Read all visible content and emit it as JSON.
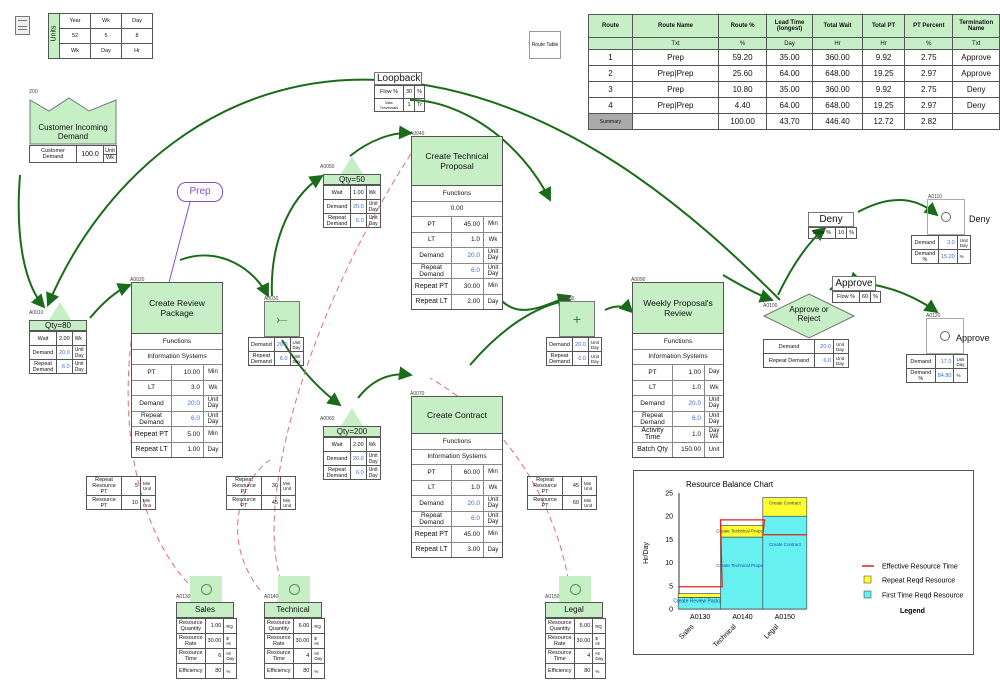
{
  "units": {
    "side_label": "Units",
    "headers": [
      "Year",
      "Wk",
      "Day"
    ],
    "values": [
      "52",
      "5",
      "8"
    ],
    "units": [
      "Wk",
      "Day",
      "Hr"
    ]
  },
  "route_table_icon": "Route Table",
  "route_table": {
    "headers": [
      "Route",
      "Route Name",
      "Route %",
      "Lead Time (longest)",
      "Total Wait",
      "Total PT",
      "PT Percent",
      "Termination Name"
    ],
    "units": [
      "",
      "Txt",
      "%",
      "Day",
      "Hr",
      "Hr",
      "%",
      "Txt"
    ],
    "rows": [
      [
        "1",
        "Prep",
        "59.20",
        "35.00",
        "360.00",
        "9.92",
        "2.75",
        "Approve"
      ],
      [
        "2",
        "Prep|Prep",
        "25.60",
        "64.00",
        "648.00",
        "19.25",
        "2.97",
        "Approve"
      ],
      [
        "3",
        "Prep",
        "10.80",
        "35.00",
        "360.00",
        "9.92",
        "2.75",
        "Deny"
      ],
      [
        "4",
        "Prep|Prep",
        "4.40",
        "64.00",
        "648.00",
        "19.25",
        "2.97",
        "Deny"
      ]
    ],
    "summary": [
      "Summary",
      "",
      "100.00",
      "43.70",
      "446.40",
      "12.72",
      "2.82",
      ""
    ]
  },
  "customer": {
    "id": "Z00",
    "title": "Customer Incoming Demand",
    "label": "Customer Demand",
    "value": "100.0",
    "unit_top": "Unit",
    "unit_bottom": "Wk"
  },
  "loopback": {
    "title": "Loopback",
    "flow_label": "Flow %",
    "flow_value": "30",
    "flow_unit": "%",
    "max_label": "Max Traversals",
    "max_value": "1",
    "max_unit": "Tr"
  },
  "prep_label": "Prep",
  "inv_a0010": {
    "id": "A0010",
    "qty": "Qty=80",
    "rows": [
      [
        "Wait",
        "2.00",
        "Wk"
      ],
      [
        "Demand",
        "20.0",
        "Unit Day"
      ],
      [
        "Repeat Demand",
        "6.0",
        "Unit Day"
      ]
    ]
  },
  "inv_a0050": {
    "id": "A0050",
    "qty": "Qty=50",
    "rows": [
      [
        "Wait",
        "1.00",
        "Wk"
      ],
      [
        "Demand",
        "20.0",
        "Unit Day"
      ],
      [
        "Repeat Demand",
        "6.0",
        "Unit Day"
      ]
    ]
  },
  "inv_a0060": {
    "id": "A0060",
    "qty": "Qty=200",
    "rows": [
      [
        "Wait",
        "2.00",
        "Wk"
      ],
      [
        "Demand",
        "20.0",
        "Unit Day"
      ],
      [
        "Repeat Demand",
        "6.0",
        "Unit Day"
      ]
    ]
  },
  "proc_review": {
    "id": "A0020",
    "title": "Create Review Package",
    "functions": "Functions",
    "sub": "Information Systems",
    "rows": [
      [
        "PT",
        "10.00",
        "Min"
      ],
      [
        "LT",
        "3.0",
        "Wk"
      ],
      [
        "Demand",
        "20.0",
        "Unit Day"
      ],
      [
        "Repeat Demand",
        "6.0",
        "Unit Day"
      ],
      [
        "Repeat PT",
        "5.00",
        "Min"
      ],
      [
        "Repeat LT",
        "1.00",
        "Day"
      ]
    ]
  },
  "proc_tech": {
    "id": "A0040",
    "title": "Create Technical Proposal",
    "functions": "Functions",
    "sub": "0.00",
    "rows": [
      [
        "PT",
        "45.00",
        "Min"
      ],
      [
        "LT",
        "1.0",
        "Wk"
      ],
      [
        "Demand",
        "20.0",
        "Unit Day"
      ],
      [
        "Repeat Demand",
        "6.0",
        "Unit Day"
      ],
      [
        "Repeat PT",
        "30.00",
        "Min"
      ],
      [
        "Repeat LT",
        "2.00",
        "Day"
      ]
    ]
  },
  "proc_contract": {
    "id": "A0070",
    "title": "Create Contract",
    "functions": "Functions",
    "sub": "Information Systems",
    "rows": [
      [
        "PT",
        "60.00",
        "Min"
      ],
      [
        "LT",
        "1.0",
        "Wk"
      ],
      [
        "Demand",
        "20.0",
        "Unit Day"
      ],
      [
        "Repeat Demand",
        "6.0",
        "Unit Day"
      ],
      [
        "Repeat PT",
        "45.00",
        "Min"
      ],
      [
        "Repeat LT",
        "3.00",
        "Day"
      ]
    ]
  },
  "proc_weekly": {
    "id": "A0090",
    "title": "Weekly Proposal's Review",
    "functions": "Functions",
    "sub": "Information Systems",
    "rows": [
      [
        "PT",
        "1.00",
        "Day"
      ],
      [
        "LT",
        "1.0",
        "Wk"
      ],
      [
        "Demand",
        "20.0",
        "Unit Day"
      ],
      [
        "Repeat Demand",
        "6.0",
        "Unit Day"
      ],
      [
        "Activity Time",
        "1.0",
        "Day Wk"
      ],
      [
        "Batch Qty",
        "150.00",
        "Unit"
      ]
    ]
  },
  "split_a0030": {
    "id": "A0030",
    "rows": [
      [
        "Demand",
        "20.0",
        "Unit Day"
      ],
      [
        "Repeat Demand",
        "6.0",
        "Unit Day"
      ]
    ]
  },
  "join_a0080": {
    "id": "A0080",
    "rows": [
      [
        "Demand",
        "20.0",
        "Unit Day"
      ],
      [
        "Repeat Demand",
        "6.0",
        "Unit Day"
      ]
    ]
  },
  "decision": {
    "id": "A0100",
    "title": "Approve or Reject",
    "rows": [
      [
        "Demand",
        "20.0",
        "Unit Day"
      ],
      [
        "Repeat Demand",
        "6.0",
        "Unit Day"
      ]
    ]
  },
  "deny_flow": {
    "title": "Deny",
    "label": "Flow %",
    "value": "10",
    "unit": "%"
  },
  "approve_flow": {
    "title": "Approve",
    "label": "Flow %",
    "value": "60",
    "unit": "%"
  },
  "term_deny": {
    "id": "A0110",
    "name": "Deny",
    "rows": [
      [
        "Demand",
        "3.0",
        "Unit Day"
      ],
      [
        "Demand %",
        "15.20",
        "%"
      ]
    ]
  },
  "term_approve": {
    "id": "A0120",
    "name": "Approve",
    "rows": [
      [
        "Demand",
        "17.0",
        "Unit Day"
      ],
      [
        "Demand %",
        "84.80",
        "%"
      ]
    ]
  },
  "rep1": {
    "rows": [
      [
        "Repeat Resource PT",
        "5",
        "Min Unit"
      ],
      [
        "Resource PT",
        "10",
        "Min Unit"
      ]
    ]
  },
  "rep2": {
    "rows": [
      [
        "Repeat Resource PT",
        "30",
        "Min Unit"
      ],
      [
        "Resource PT",
        "45",
        "Min Unit"
      ]
    ]
  },
  "rep3": {
    "rows": [
      [
        "Repeat Resource PT",
        "45",
        "Min Unit"
      ],
      [
        "Resource PT",
        "60",
        "Min Unit"
      ]
    ]
  },
  "res_sales": {
    "id": "A0130",
    "name": "Sales",
    "rows": [
      [
        "Resource Quantity",
        "1.00",
        "RQ"
      ],
      [
        "Resource Rate",
        "30.00",
        "$ Hr"
      ],
      [
        "Resource Time",
        "6",
        "Hr Day"
      ],
      [
        "Efficiency",
        "80",
        "%"
      ]
    ]
  },
  "res_tech": {
    "id": "A0140",
    "name": "Technical",
    "rows": [
      [
        "Resource Quantity",
        "6.00",
        "RQ"
      ],
      [
        "Resource Rate",
        "30.00",
        "$ Hr"
      ],
      [
        "Resource Time",
        "4",
        "Hr Day"
      ],
      [
        "Efficiency",
        "80",
        "%"
      ]
    ]
  },
  "res_legal": {
    "id": "A0150",
    "name": "Legal",
    "rows": [
      [
        "Resource Quantity",
        "5.00",
        "RQ"
      ],
      [
        "Resource Rate",
        "30.00",
        "$ Hr"
      ],
      [
        "Resource Time",
        "4",
        "Hr Day"
      ],
      [
        "Efficiency",
        "80",
        "%"
      ]
    ]
  },
  "chart_data": {
    "type": "bar",
    "title": "Resource Balance Chart",
    "ylabel": "Hr/Day",
    "xlabel": "",
    "ylim": [
      0,
      25
    ],
    "yticks": [
      "0",
      "5",
      "10",
      "15",
      "20",
      "25"
    ],
    "categories": [
      "A0130",
      "A0140",
      "A0150"
    ],
    "sublabels": [
      "Sales",
      "Technical",
      "Legal"
    ],
    "series": [
      {
        "name": "First Time Reqd Resource",
        "values": [
          2.5,
          15.5,
          20.0
        ],
        "color": "#66f0f0",
        "labels": [
          "Create Review Package",
          "Create Technical Proposal",
          "Create Contract"
        ]
      },
      {
        "name": "Repeat Reqd Resource",
        "values": [
          0.8,
          2.5,
          4.0
        ],
        "color": "#ffff33",
        "labels": [
          "",
          "Create Technical Proposal",
          "Create Contract"
        ]
      }
    ],
    "line": {
      "name": "Effective Resource Time",
      "values": [
        4.8,
        19.2,
        16.0
      ],
      "color": "#e02020"
    },
    "legend_title": "Legend",
    "legend_position": "right",
    "colors": {
      "process_fill": "#c6efc6",
      "flow": "#1a6b1a",
      "resource_link": "#e07070"
    }
  }
}
